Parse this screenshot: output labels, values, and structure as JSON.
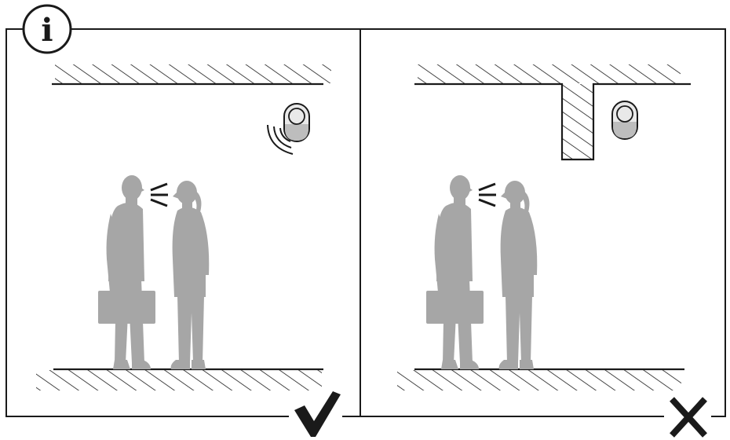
{
  "info_badge": {
    "glyph": "i",
    "icon": "info-icon"
  },
  "panels": [
    {
      "id": "correct",
      "verdict_icon": "checkmark-icon",
      "device_icon": "sensor-device-icon",
      "shows_signal_waves": true,
      "ceiling": "flat"
    },
    {
      "id": "incorrect",
      "verdict_icon": "cross-icon",
      "device_icon": "sensor-device-icon",
      "shows_signal_waves": false,
      "ceiling": "with-beam"
    }
  ],
  "colors": {
    "line": "#1a1a1a",
    "figure": "#a6a6a6",
    "device_fill": "#e9e9e9",
    "device_lower": "#bdbdbd"
  }
}
